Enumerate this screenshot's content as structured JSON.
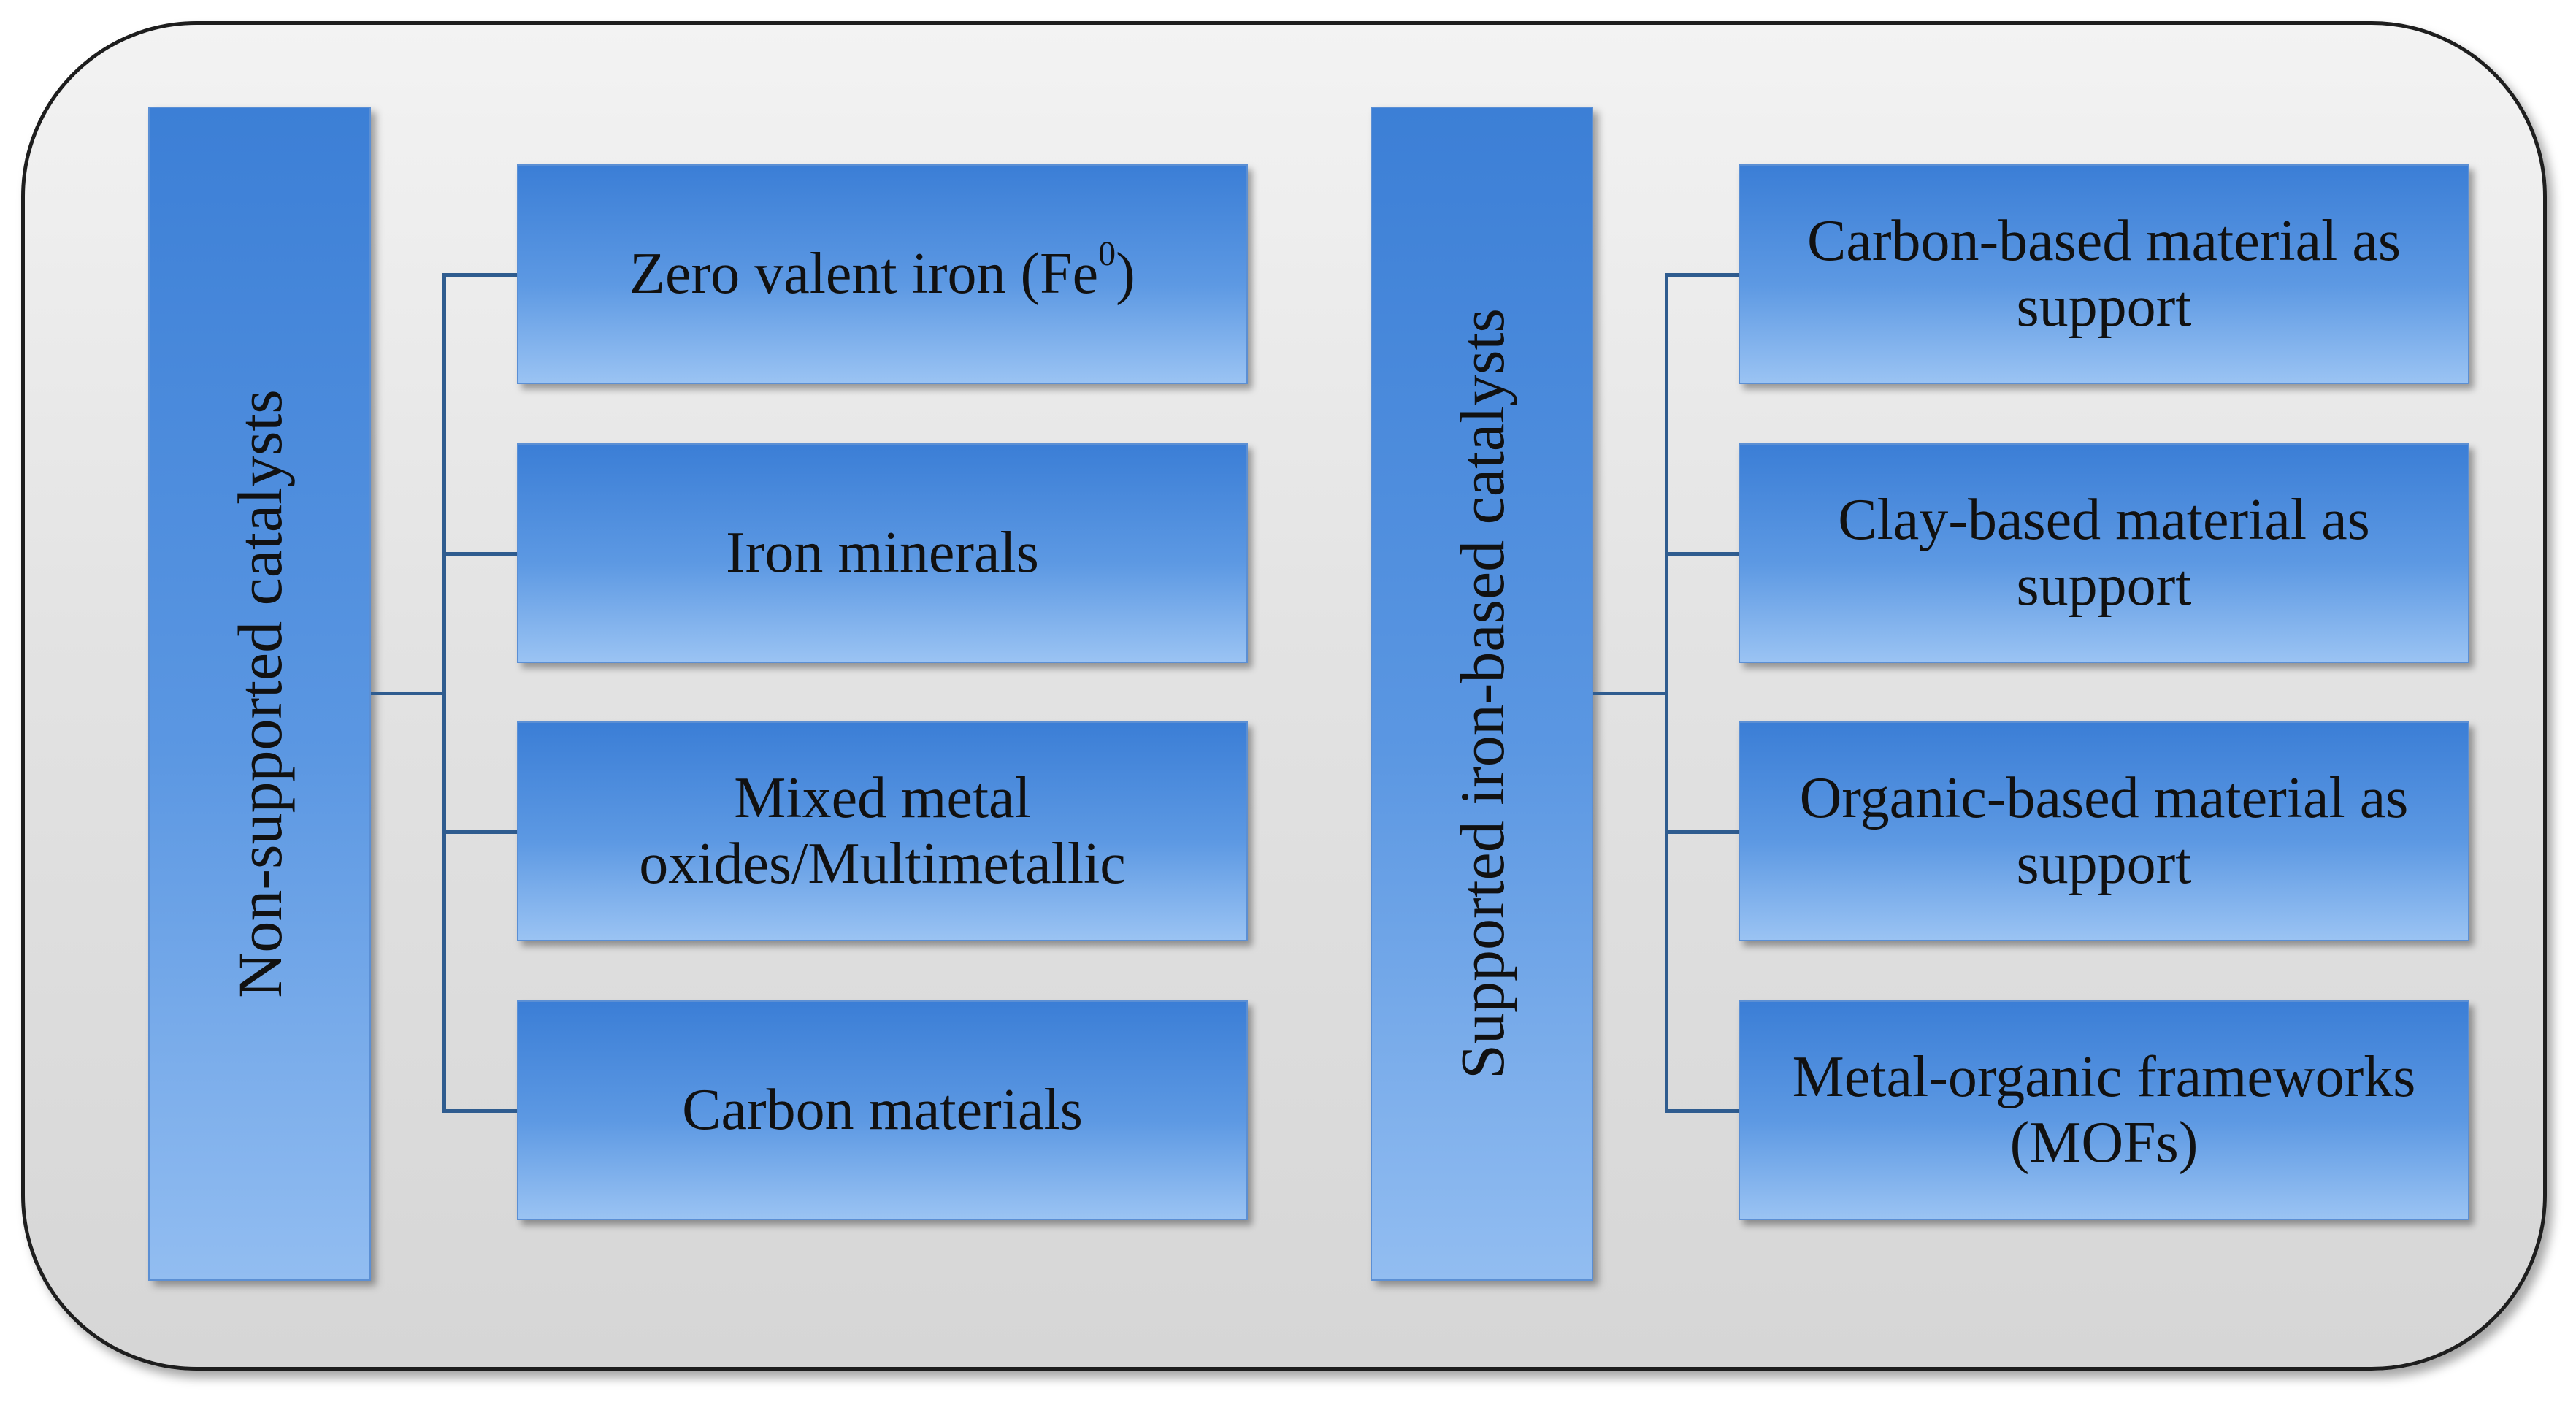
{
  "groups": [
    {
      "heading": "Non-supported catalysts",
      "items": [
        {
          "text": "Zero valent iron (Fe",
          "superscript": "0",
          "suffix": ")"
        },
        {
          "text": "Iron minerals"
        },
        {
          "text": "Mixed metal\noxides/Multimetallic"
        },
        {
          "text": "Carbon materials"
        }
      ]
    },
    {
      "heading": "Supported iron-based catalysts",
      "items": [
        {
          "text": "Carbon-based material as\nsupport"
        },
        {
          "text": "Clay-based material as\nsupport"
        },
        {
          "text": "Organic-based material as\nsupport"
        },
        {
          "text": "Metal-organic frameworks\n(MOFs)"
        }
      ]
    }
  ],
  "colors": {
    "box_top": "#3b7ed6",
    "box_bottom": "#9ac3f3",
    "connector": "#2f5c8f",
    "frame_border": "#1e1e1e"
  }
}
